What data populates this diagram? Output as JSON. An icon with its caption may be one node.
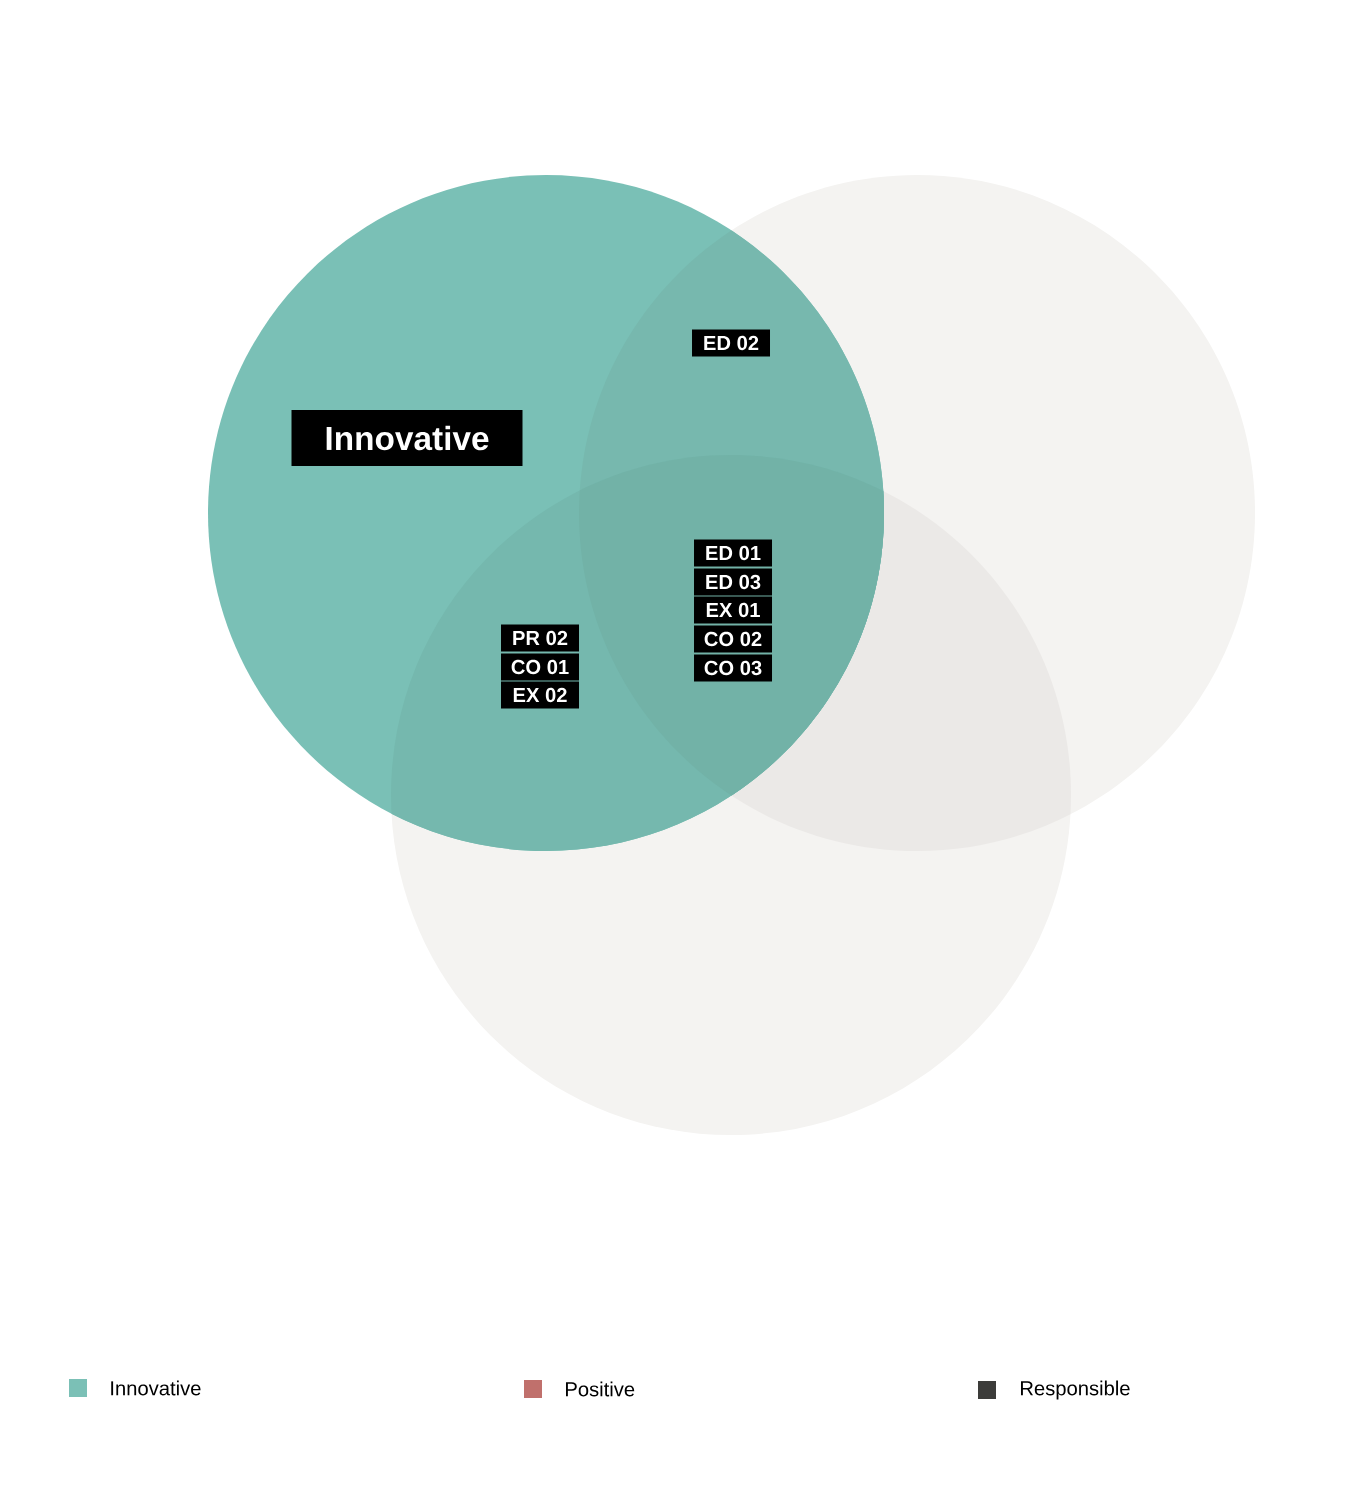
{
  "diagram": {
    "nodes": [
      {
        "text": [
          "Innovative"
        ]
      },
      {
        "text": [
          "ED 02"
        ]
      },
      {
        "text": [
          "PR 02"
        ]
      },
      {
        "text": [
          "CO 01"
        ]
      },
      {
        "text": [
          "EX 02"
        ]
      },
      {
        "text": [
          "ED 01"
        ]
      },
      {
        "text": [
          "ED 03"
        ]
      },
      {
        "text": [
          "EX 01"
        ]
      },
      {
        "text": [
          "CO 02"
        ]
      },
      {
        "text": [
          "CO 03"
        ]
      }
    ],
    "legend": [
      {
        "text": "Innovative",
        "color": "#7bc0b6"
      },
      {
        "text": "Positive",
        "color": "#c0706c"
      },
      {
        "text": "Responsible",
        "color": "#3c3c3a"
      }
    ]
  }
}
